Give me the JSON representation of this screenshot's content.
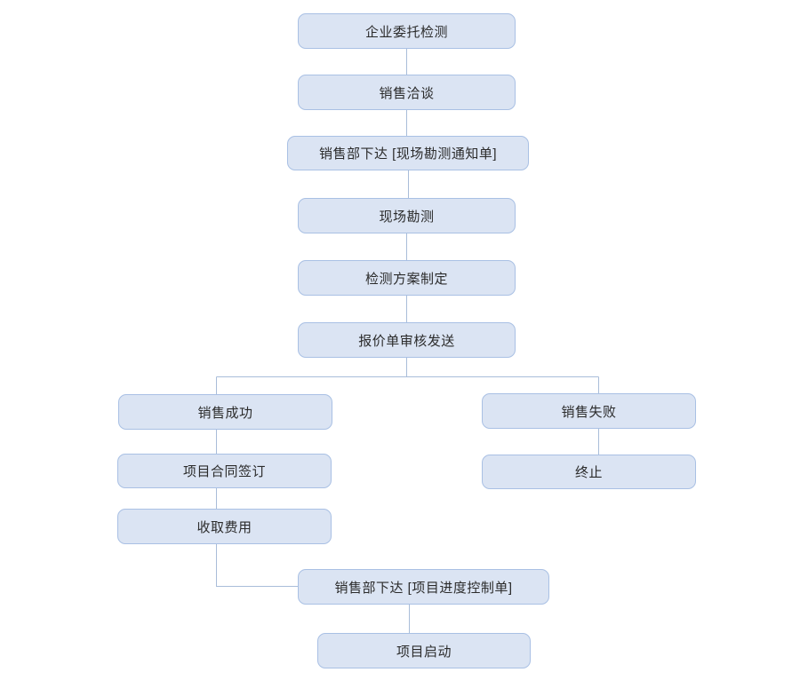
{
  "diagram": {
    "type": "flowchart",
    "background_color": "#ffffff",
    "node_fill_color": "#dbe4f3",
    "node_border_color": "#a9c0e4",
    "connector_color": "#a9bdd9",
    "text_color": "#2b2b2b",
    "nodes": [
      {
        "id": "entrust",
        "label": "企业委托检测"
      },
      {
        "id": "negotiation",
        "label": "销售洽谈"
      },
      {
        "id": "survey-notice",
        "label": "销售部下达 [现场勘测通知单]"
      },
      {
        "id": "site-survey",
        "label": "现场勘测"
      },
      {
        "id": "test-plan",
        "label": "检测方案制定"
      },
      {
        "id": "quotation",
        "label": "报价单审核发送"
      },
      {
        "id": "sales-success",
        "label": "销售成功"
      },
      {
        "id": "sales-failure",
        "label": "销售失败"
      },
      {
        "id": "contract",
        "label": "项目合同签订"
      },
      {
        "id": "terminate",
        "label": "终止"
      },
      {
        "id": "collect-fee",
        "label": "收取费用"
      },
      {
        "id": "progress-control",
        "label": "销售部下达 [项目进度控制单]"
      },
      {
        "id": "project-start",
        "label": "项目启动"
      }
    ],
    "edges": [
      {
        "from": "entrust",
        "to": "negotiation"
      },
      {
        "from": "negotiation",
        "to": "survey-notice"
      },
      {
        "from": "survey-notice",
        "to": "site-survey"
      },
      {
        "from": "site-survey",
        "to": "test-plan"
      },
      {
        "from": "test-plan",
        "to": "quotation"
      },
      {
        "from": "quotation",
        "to": "sales-success"
      },
      {
        "from": "quotation",
        "to": "sales-failure"
      },
      {
        "from": "sales-success",
        "to": "contract"
      },
      {
        "from": "sales-failure",
        "to": "terminate"
      },
      {
        "from": "contract",
        "to": "collect-fee"
      },
      {
        "from": "collect-fee",
        "to": "progress-control"
      },
      {
        "from": "progress-control",
        "to": "project-start"
      }
    ]
  }
}
